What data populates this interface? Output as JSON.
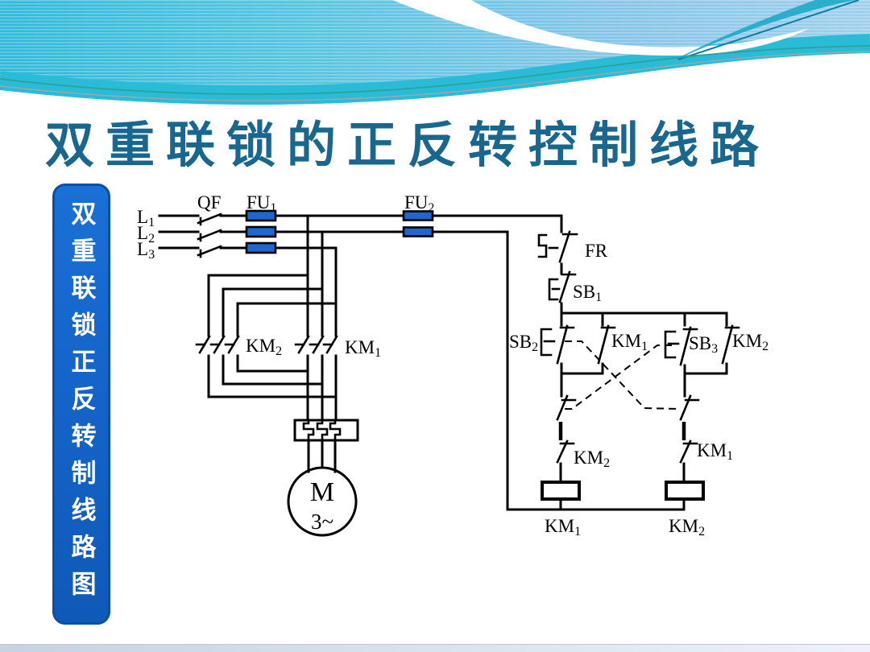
{
  "slide": {
    "title": "双重联锁的正反转控制线路"
  },
  "sidebar": {
    "label": "双重联锁正反转制线路图"
  },
  "diagram": {
    "phases": {
      "l1": {
        "base": "L",
        "sub": "1"
      },
      "l2": {
        "base": "L",
        "sub": "2"
      },
      "l3": {
        "base": "L",
        "sub": "3"
      }
    },
    "breaker": {
      "label": "QF"
    },
    "fuses": {
      "main": {
        "base": "FU",
        "sub": "1"
      },
      "control": {
        "base": "FU",
        "sub": "2"
      }
    },
    "main_contacts": {
      "km2": {
        "base": "KM",
        "sub": "2"
      },
      "km1": {
        "base": "KM",
        "sub": "1"
      }
    },
    "overload": {
      "label": "FR"
    },
    "buttons": {
      "stop": {
        "base": "SB",
        "sub": "1"
      },
      "forward_start": {
        "base": "SB",
        "sub": "2"
      },
      "reverse_start": {
        "base": "SB",
        "sub": "3"
      }
    },
    "aux_contacts": {
      "km1_selfhold": {
        "base": "KM",
        "sub": "1"
      },
      "km2_selfhold": {
        "base": "KM",
        "sub": "2"
      }
    },
    "interlock_contacts": {
      "km2_nc": {
        "base": "KM",
        "sub": "2"
      },
      "km1_nc": {
        "base": "KM",
        "sub": "1"
      }
    },
    "coils": {
      "km1": {
        "base": "KM",
        "sub": "1"
      },
      "km2": {
        "base": "KM",
        "sub": "2"
      }
    },
    "motor": {
      "label": "M",
      "phase": "3~"
    }
  },
  "colors": {
    "fuse_fill": "#2066cc",
    "sidebar_fill": "#1565cb",
    "title_color": "#19678f",
    "wire": "#000000",
    "wave_teal": "#2abcd6",
    "wave_light_blue": "#9fcfec"
  }
}
